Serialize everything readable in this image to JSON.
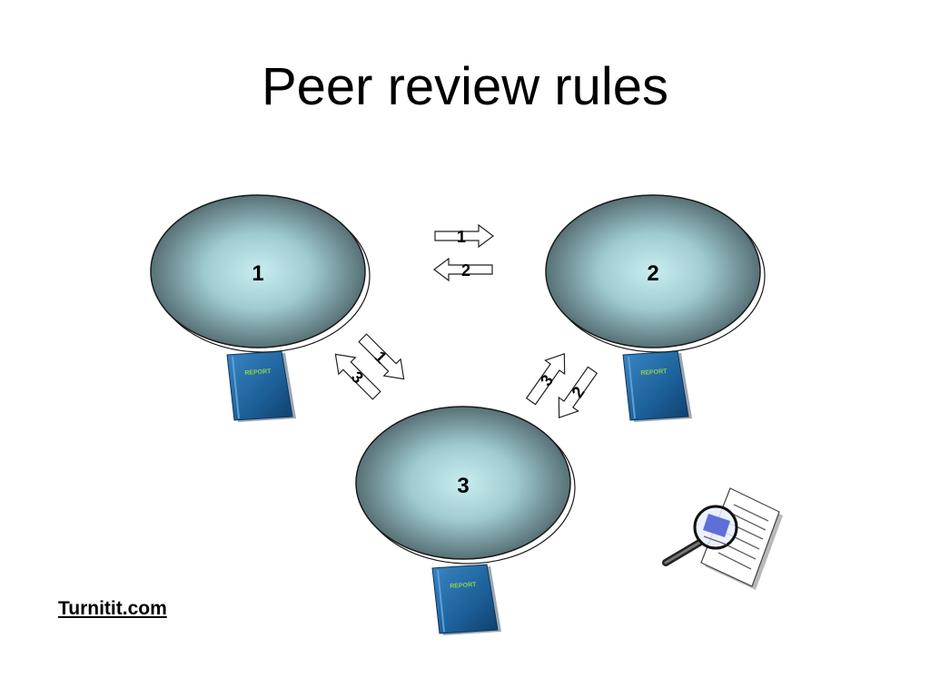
{
  "title": "Peer review rules",
  "groups": [
    {
      "label": "1",
      "report_label": "REPORT"
    },
    {
      "label": "2",
      "report_label": "REPORT"
    },
    {
      "label": "3",
      "report_label": "REPORT"
    }
  ],
  "arrows": {
    "g1_to_g2": "1",
    "g2_to_g1": "2",
    "g1_to_g3": "1",
    "g3_to_g1": "3",
    "g3_to_g2": "3",
    "g2_to_g3": "2"
  },
  "footer_link": "Turnitit.com",
  "colors": {
    "group_center": "#c9edf0",
    "group_mid": "#83b5bb",
    "group_edge": "#455c61",
    "report_blue": "#1c5f98",
    "report_text": "#8fd14f"
  },
  "icons": {
    "magnifier_document": "magnifier-document-icon"
  }
}
